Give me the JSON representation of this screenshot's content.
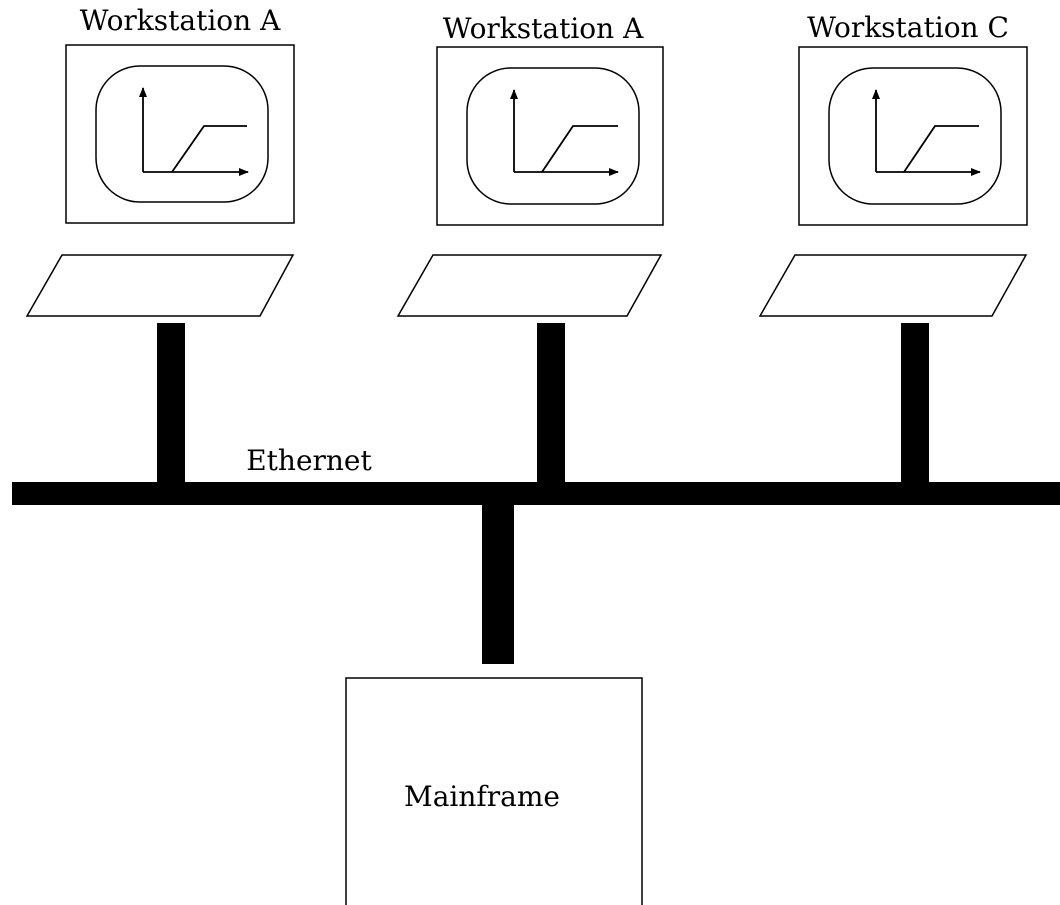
{
  "workstations": [
    {
      "label": "Workstation A"
    },
    {
      "label": "Workstation A"
    },
    {
      "label": "Workstation C"
    }
  ],
  "network": {
    "label": "Ethernet"
  },
  "mainframe": {
    "label": "Mainframe"
  },
  "colors": {
    "line": "#000000",
    "background": "#ffffff"
  }
}
